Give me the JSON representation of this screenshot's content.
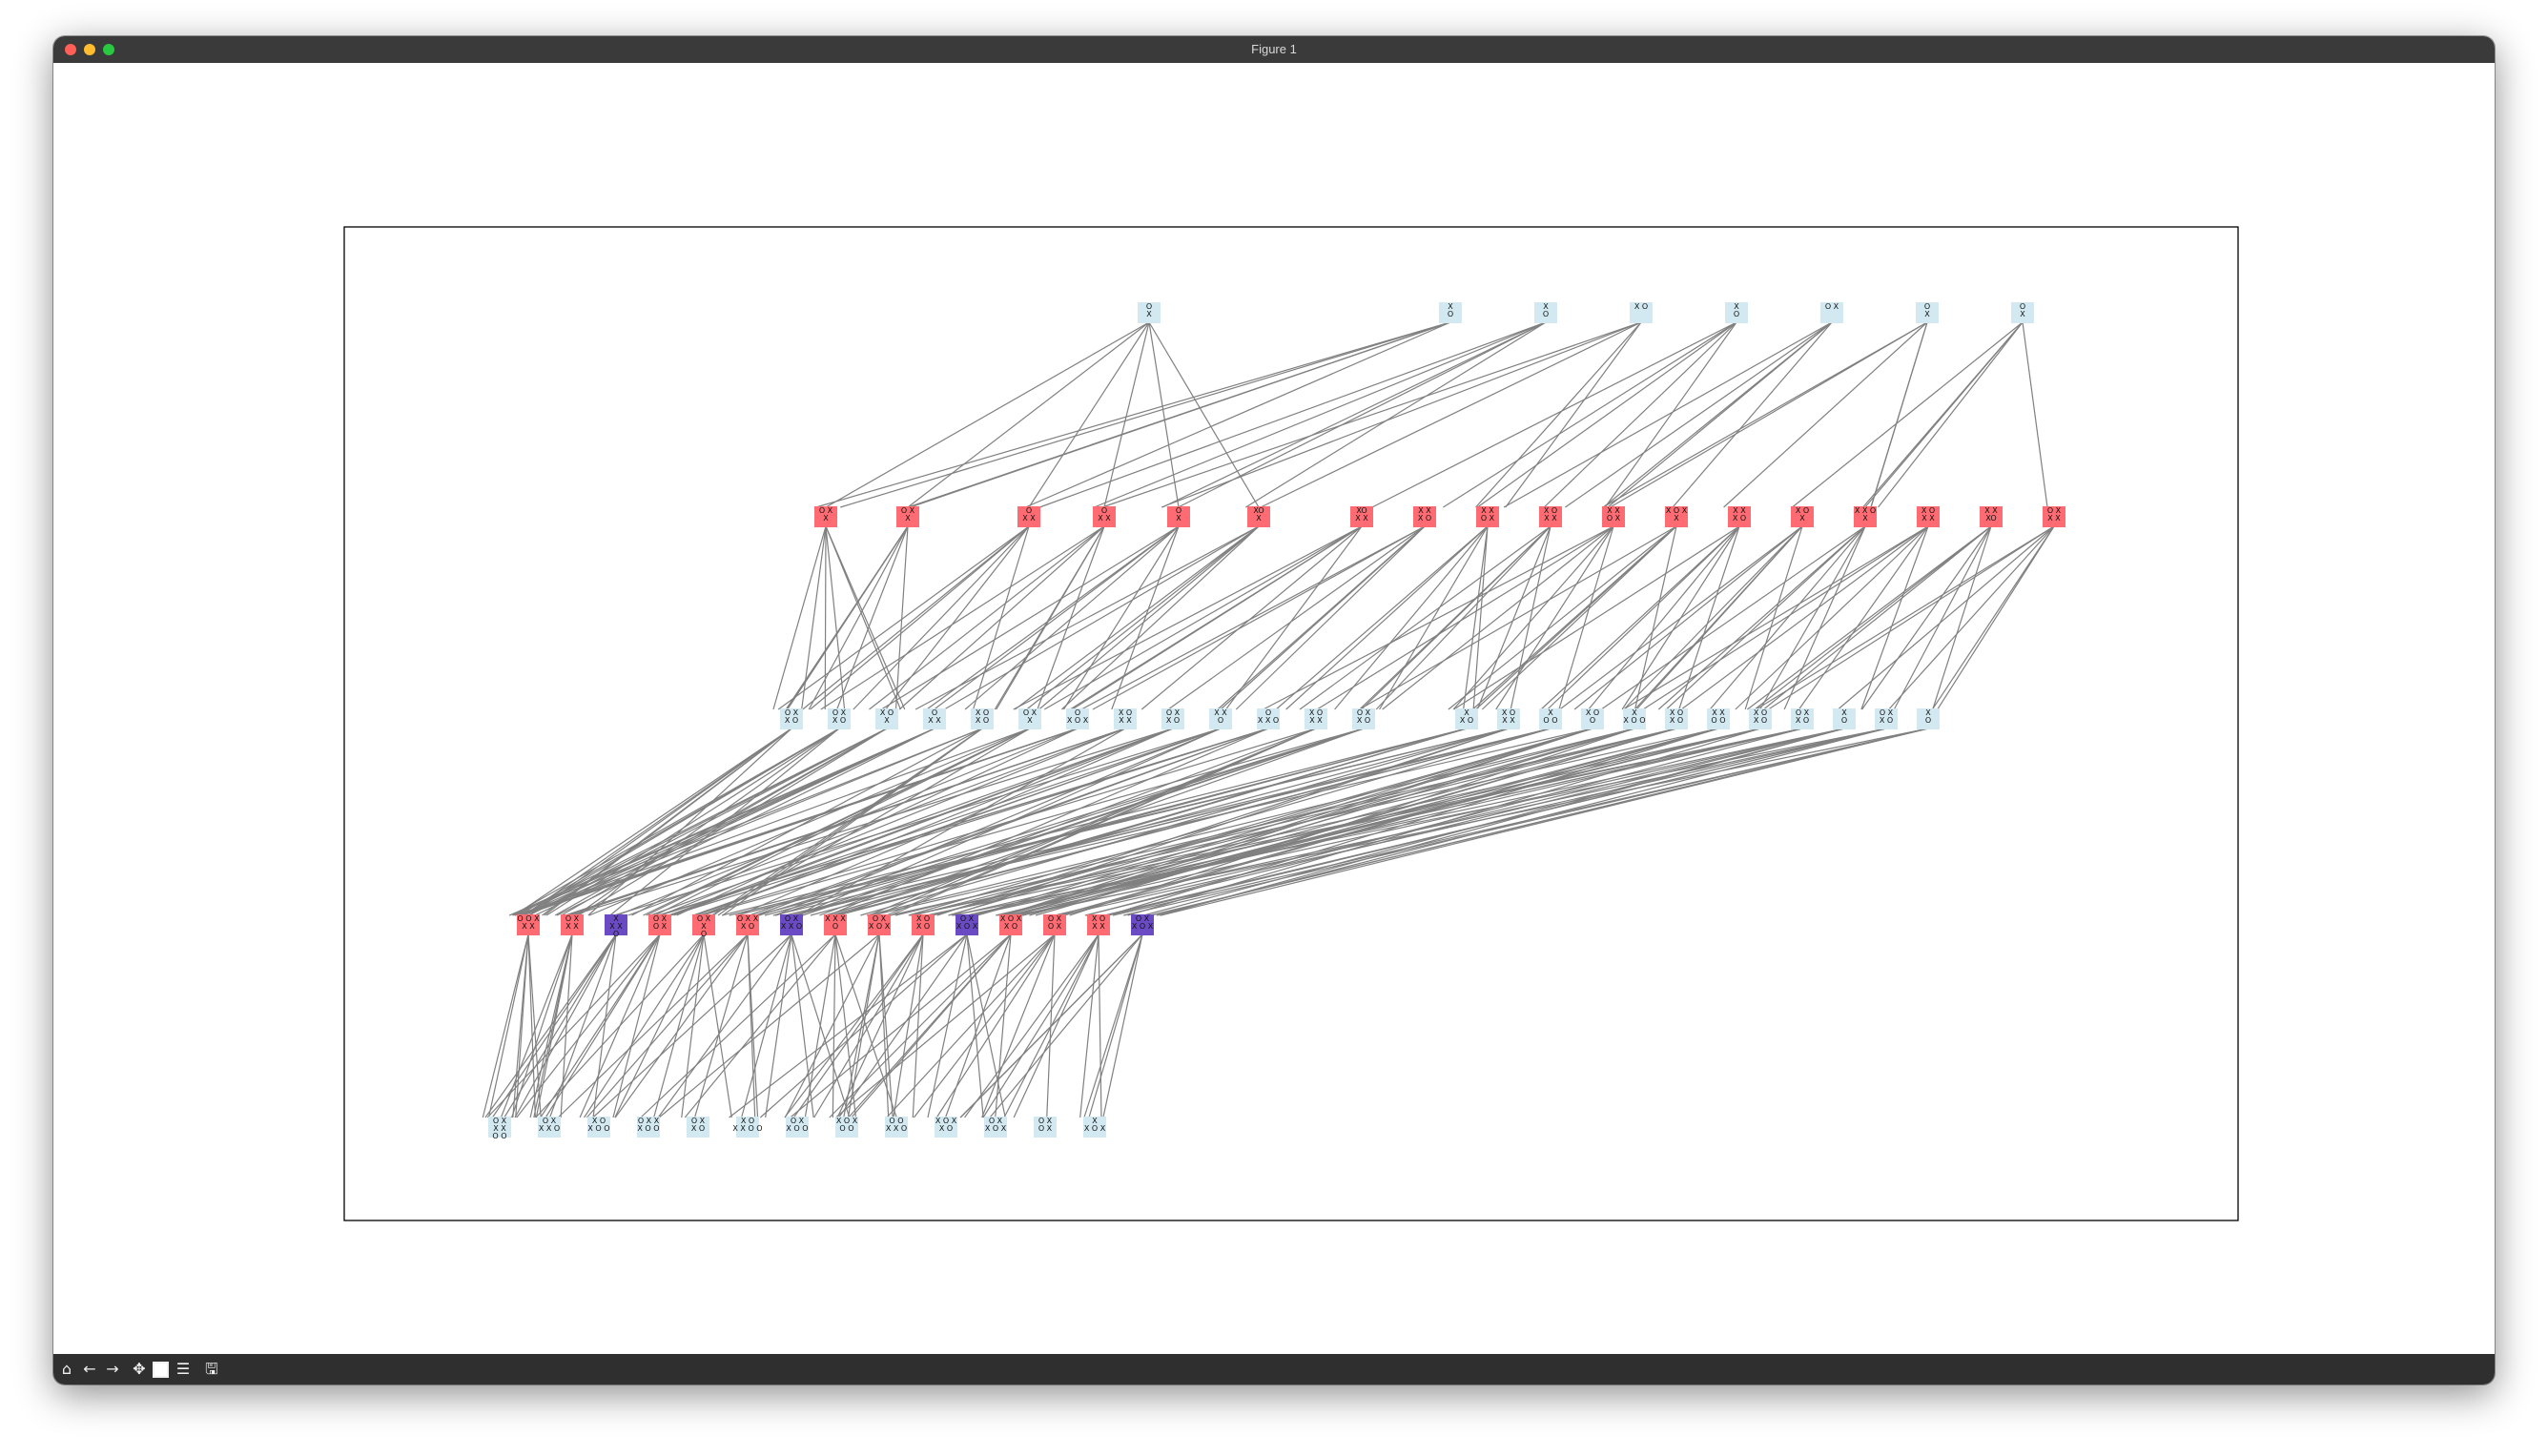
{
  "window": {
    "title": "Figure 1"
  },
  "toolbar": {
    "home": "⌂",
    "back": "←",
    "forward": "→",
    "pan": "✥",
    "zoom": "",
    "configure": "☰",
    "save": "🖫"
  },
  "colors": {
    "node_blue": "#d2e9f1",
    "node_red": "#ff6b72",
    "node_purple": "#6b4bc4",
    "edge": "#808080",
    "frame": "#000000"
  },
  "diagram": {
    "type": "game-tree",
    "levels": [
      {
        "row": 0,
        "color": "blue",
        "nodes": [
          [
            "O",
            "X"
          ],
          [
            "X",
            "O"
          ],
          [
            "X",
            "O"
          ],
          [
            "X O"
          ],
          [
            "X",
            "O"
          ],
          [
            "O X"
          ],
          [
            "O",
            "X"
          ],
          [
            "O",
            "X"
          ]
        ]
      },
      {
        "row": 1,
        "color": "red",
        "nodes": [
          [
            "O X",
            "X"
          ],
          [
            "O X",
            "X"
          ],
          [
            "O",
            "X X"
          ],
          [
            "O",
            "X X"
          ],
          [
            "O",
            "X"
          ],
          [
            "XO",
            "X"
          ],
          [
            "XO",
            "X X"
          ],
          [
            "X X",
            "X O"
          ],
          [
            "X X",
            "O X"
          ],
          [
            "X O",
            "X X"
          ],
          [
            "X X",
            "O X"
          ],
          [
            "X O X",
            "X"
          ],
          [
            "X X",
            "X O"
          ],
          [
            "X O",
            "X"
          ],
          [
            "X X O",
            "X"
          ],
          [
            "X O",
            "X X"
          ],
          [
            "X X",
            "XO"
          ],
          [
            "O X",
            "X X"
          ]
        ]
      },
      {
        "row": 2,
        "color": "blue",
        "nodes": [
          [
            "O X",
            "X O"
          ],
          [
            "O X",
            "X O"
          ],
          [
            "X O",
            "X"
          ],
          [
            "O",
            "X X"
          ],
          [
            "X O",
            "X O"
          ],
          [
            "O X",
            "X"
          ],
          [
            "O",
            "X O X"
          ],
          [
            "X O",
            "X X"
          ],
          [
            "O X",
            "X O"
          ],
          [
            "X X",
            "O"
          ],
          [
            "O",
            "X X O"
          ],
          [
            "X O",
            "X X"
          ],
          [
            "O X",
            "X O"
          ],
          [
            "X",
            "X O"
          ],
          [
            "X O",
            "X X"
          ],
          [
            "X",
            "O O"
          ],
          [
            "X O",
            "O"
          ],
          [
            "X",
            "X O O"
          ],
          [
            "X O",
            "X O"
          ],
          [
            "X X",
            "O O"
          ],
          [
            "X O",
            "X O"
          ],
          [
            "O X",
            "X O"
          ],
          [
            "X",
            "O"
          ],
          [
            "O X",
            "X O"
          ],
          [
            "X",
            "O"
          ]
        ]
      },
      {
        "row": 3,
        "color": "red",
        "nodes": [
          [
            "O O X",
            "X X"
          ],
          [
            "O X",
            "X X"
          ],
          [
            "X",
            "X X",
            "O"
          ],
          [
            "O X",
            "O X"
          ],
          [
            "O X",
            "X",
            "O"
          ],
          [
            "O X X",
            "X O"
          ],
          [
            "O X",
            "X X O"
          ],
          [
            "X X X",
            "O"
          ],
          [
            "O X",
            "X O X"
          ],
          [
            "X O",
            "X O"
          ],
          [
            "O X",
            "X O X"
          ],
          [
            "X O X",
            "X O"
          ],
          [
            "O X",
            "O X"
          ],
          [
            "X O",
            "X X"
          ],
          [
            "O X",
            "X O X"
          ]
        ]
      },
      {
        "row": 4,
        "color": "blue",
        "nodes": [
          [
            "O X",
            "X X",
            "O O"
          ],
          [
            "O X",
            "X X O"
          ],
          [
            "X O",
            "X O O"
          ],
          [
            "O X X",
            "X O O"
          ],
          [
            "O X",
            "X O"
          ],
          [
            "X O",
            "X X O O"
          ],
          [
            "O X",
            "X O O"
          ],
          [
            "X O X",
            "O O"
          ],
          [
            "O O",
            "X X O"
          ],
          [
            "X O X",
            "X O"
          ],
          [
            "O X",
            "X O X"
          ],
          [
            "O X",
            "O X"
          ],
          [
            "X",
            "X O X"
          ]
        ]
      }
    ]
  }
}
